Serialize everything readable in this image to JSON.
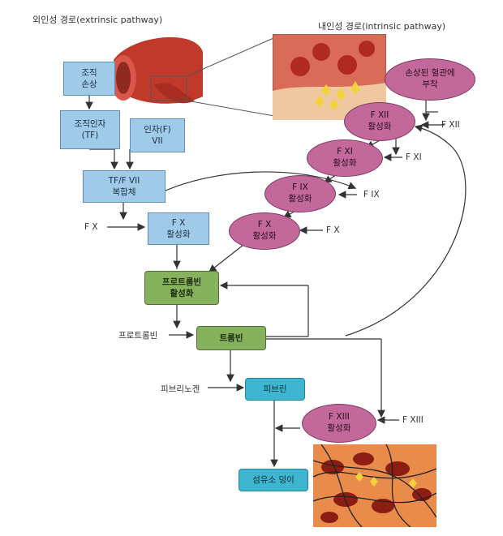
{
  "headers": {
    "extrinsic": "외인성 경로(extrinsic pathway)",
    "intrinsic": "내인성 경로(intrinsic pathway)"
  },
  "boxes": {
    "tissue_damage": "조직\n손상",
    "tissue_factor": "조직인자\n(TF)",
    "factor_vii": "인자(F)\nVII",
    "tf_fvii_complex": "TF/F VII\n복합체",
    "fx_activation": "F X\n활성화",
    "prothrombin_activation": "프로트롬빈\n활성화",
    "thrombin": "트롬빈",
    "fibrin": "피브린",
    "fibrin_clot": "섬유소 덩이"
  },
  "ellipses": {
    "vessel_attach": "손상된 혈관에\n부착",
    "fxii_act": "F XII\n활성화",
    "fxi_act": "F XI\n활성화",
    "fix_act": "F IX\n활성화",
    "fx_act_intrinsic": "F X\n활성화",
    "fxiii_act": "F XIII\n활성화"
  },
  "labels": {
    "fxii": "F XII",
    "fxi": "F XI",
    "fix": "F IX",
    "fx_right": "F X",
    "fx_left": "F X",
    "prothrombin": "프로트롬빈",
    "fibrinogen": "피브리노겐",
    "fxiii": "F XIII"
  },
  "colors": {
    "blue_box": "#9fcbe8",
    "green_box": "#86b25e",
    "teal_box": "#3fb6cf",
    "ellipse": "#c2689a",
    "vessel": "#c0392b"
  }
}
